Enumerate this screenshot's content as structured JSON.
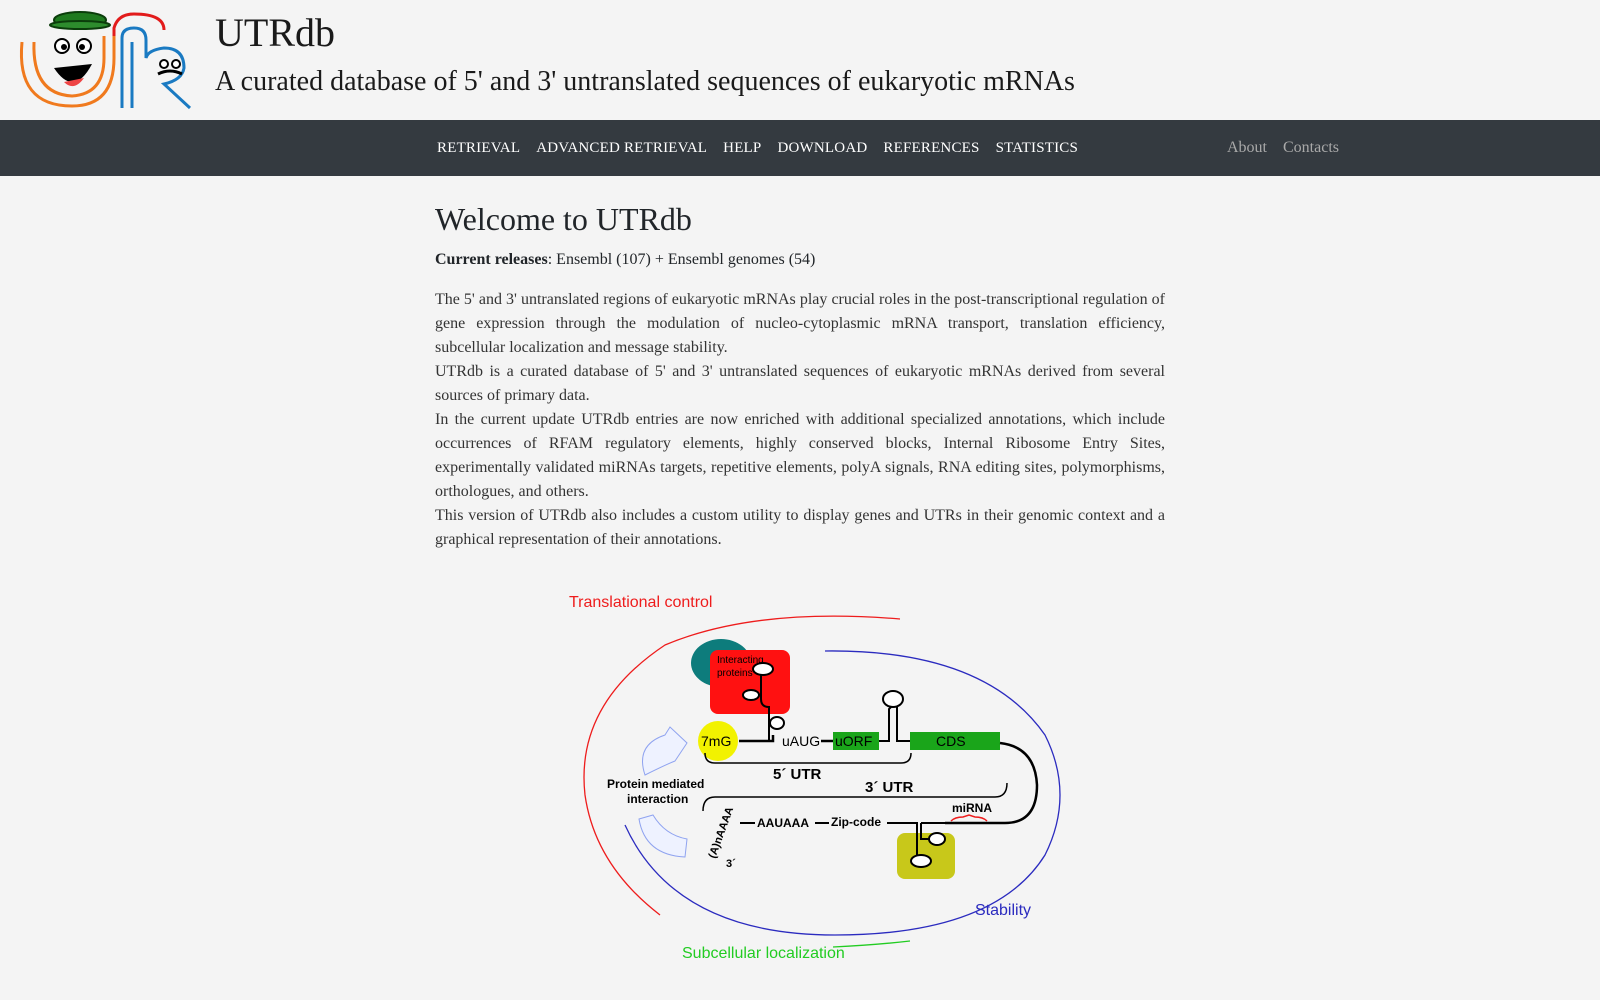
{
  "header": {
    "title": "UTRdb",
    "subtitle": "A curated database of 5' and 3' untranslated sequences of eukaryotic mRNAs"
  },
  "nav": {
    "main": [
      {
        "label": "RETRIEVAL"
      },
      {
        "label": "ADVANCED RETRIEVAL"
      },
      {
        "label": "HELP"
      },
      {
        "label": "DOWNLOAD"
      },
      {
        "label": "REFERENCES"
      },
      {
        "label": "STATISTICS"
      }
    ],
    "right": [
      {
        "label": "About"
      },
      {
        "label": "Contacts"
      }
    ]
  },
  "content": {
    "heading": "Welcome to UTRdb",
    "releases_label": "Current releases",
    "releases_value": ": Ensembl (107) + Ensembl genomes (54)",
    "paragraphs": [
      "The 5' and 3' untranslated regions of eukaryotic mRNAs play crucial roles in the post-transcriptional regulation of gene expression through the modulation of nucleo-cytoplasmic mRNA transport, translation efficiency, subcellular localization and message stability.",
      "UTRdb is a curated database of 5' and 3' untranslated sequences of eukaryotic mRNAs derived from several sources of primary data.",
      "In the current update UTRdb entries are now enriched with additional specialized annotations, which include occurrences of RFAM regulatory elements, highly conserved blocks, Internal Ribosome Entry Sites, experimentally validated miRNAs targets, repetitive elements, polyA signals, RNA editing sites, polymorphisms, orthologues, and others.",
      "This version of UTRdb also includes a custom utility to display genes and UTRs in their genomic context and a graphical representation of their annotations."
    ]
  },
  "figure": {
    "translational_control": "Translational control",
    "interacting_proteins_1": "Interacting",
    "interacting_proteins_2": "proteins",
    "cap": "7mG",
    "uaug": "uAUG",
    "uorf": "uORF",
    "cds": "CDS",
    "utr5": "5´ UTR",
    "utr3": "3´ UTR",
    "protein_mediated_1": "Protein mediated",
    "protein_mediated_2": "interaction",
    "mirna": "miRNA",
    "auaaa": "AAUAAA",
    "zipcode": "Zip-code",
    "polya": "(A)nAAAA",
    "three_prime": "3´",
    "stability": "Stability",
    "subcellular": "Subcellular localization",
    "colors": {
      "translational": "#ee1c1c",
      "stability": "#2b2bbf",
      "subcellular": "#22cc22",
      "orf_green": "#1aa51a",
      "cap_yellow": "#f2f200",
      "protein_red": "#ff1111",
      "protein_teal": "#0d7c7c",
      "zip_olive": "#c8c81a"
    }
  }
}
